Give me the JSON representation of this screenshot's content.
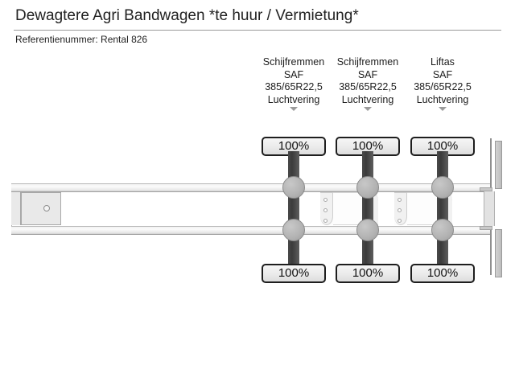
{
  "header": {
    "title": "Dewagtere Agri Bandwagen *te huur / Vermietung*",
    "reference_label": "Referentienummer: Rental 826"
  },
  "diagram": {
    "type": "trailer-axle-schematic",
    "colors": {
      "badge_border": "#1e1e1e",
      "badge_fill": "#ececec",
      "rod": "#3b3b3b",
      "tire": "#b2b2b2",
      "rail": "#e9e9e9",
      "rule": "#9a9a9a"
    },
    "axles": [
      {
        "brake_type": "Schijfremmen",
        "brand": "SAF",
        "tire_size": "385/65R22,5",
        "suspension": "Luchtvering",
        "tread_left": "100%",
        "tread_right": "100%"
      },
      {
        "brake_type": "Schijfremmen",
        "brand": "SAF",
        "tire_size": "385/65R22,5",
        "suspension": "Luchtvering",
        "tread_left": "100%",
        "tread_right": "100%"
      },
      {
        "brake_type": "Liftas",
        "brand": "SAF",
        "tire_size": "385/65R22,5",
        "suspension": "Luchtvering",
        "tread_left": "100%",
        "tread_right": "100%"
      }
    ]
  }
}
